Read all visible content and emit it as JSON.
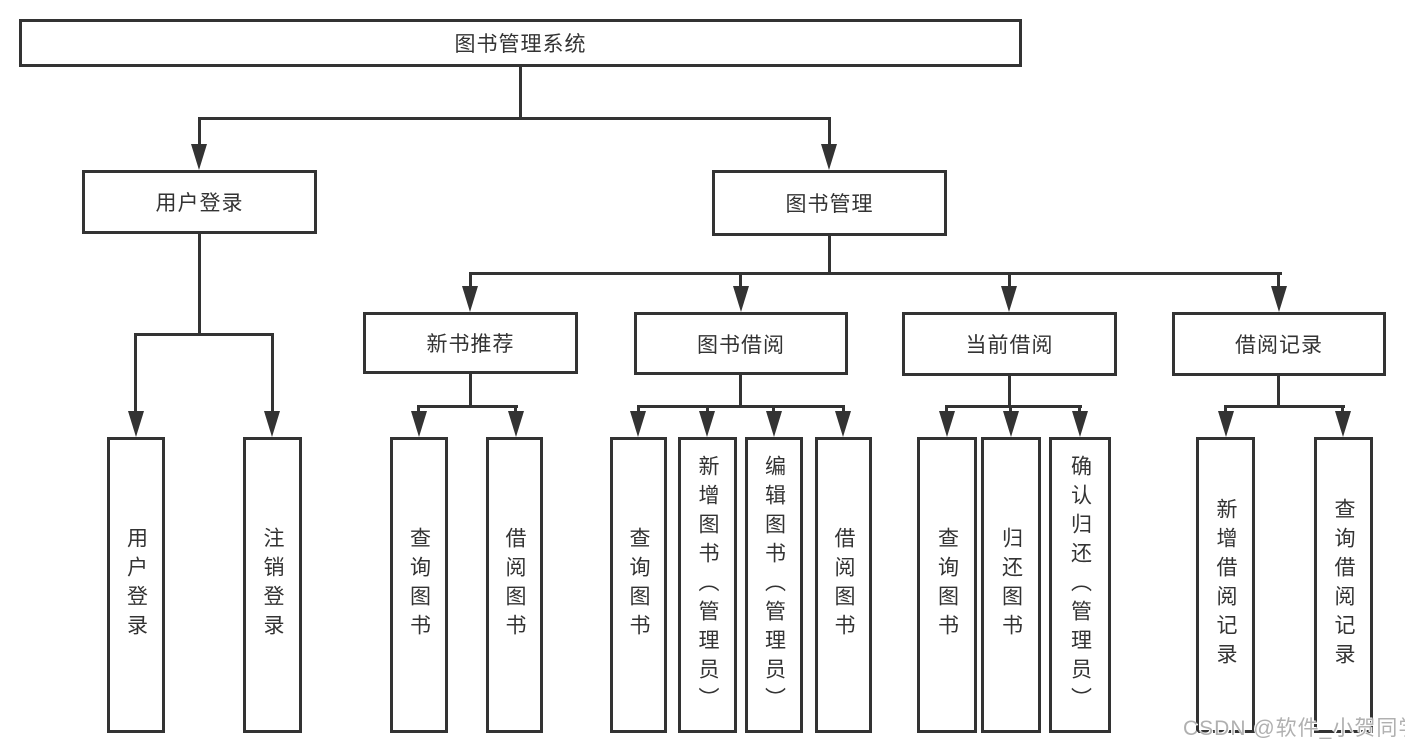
{
  "diagram_title": "图书管理系统",
  "watermark": "CSDN @软件_小贺同学",
  "colors": {
    "line": "#333333",
    "text": "#333333",
    "background": "#ffffff",
    "watermark": "#b0b0b0"
  },
  "tree": {
    "label": "图书管理系统",
    "children": [
      {
        "label": "用户登录",
        "children": [
          {
            "label": "用户登录"
          },
          {
            "label": "注销登录"
          }
        ]
      },
      {
        "label": "图书管理",
        "children": [
          {
            "label": "新书推荐",
            "children": [
              {
                "label": "查询图书"
              },
              {
                "label": "借阅图书"
              }
            ]
          },
          {
            "label": "图书借阅",
            "children": [
              {
                "label": "查询图书"
              },
              {
                "label": "新增图书（管理员）"
              },
              {
                "label": "编辑图书（管理员）"
              },
              {
                "label": "借阅图书"
              }
            ]
          },
          {
            "label": "当前借阅",
            "children": [
              {
                "label": "查询图书"
              },
              {
                "label": "归还图书"
              },
              {
                "label": "确认归还（管理员）"
              }
            ]
          },
          {
            "label": "借阅记录",
            "children": [
              {
                "label": "新增借阅记录"
              },
              {
                "label": "查询借阅记录"
              }
            ]
          }
        ]
      }
    ]
  }
}
